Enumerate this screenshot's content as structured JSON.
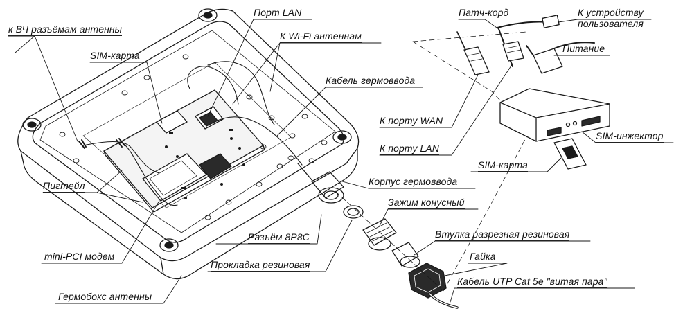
{
  "labels": {
    "hf_connectors": "к ВЧ разъёмам антенны",
    "sim_card_top": "SIM-карта",
    "port_lan": "Порт LAN",
    "to_wifi_antenna": "К Wi-Fi антеннам",
    "gland_cable": "Кабель гермоввода",
    "patch_cord": "Патч-корд",
    "to_user_device_1": "К устройству",
    "to_user_device_2": "пользователя",
    "power": "Питание",
    "to_wan_port": "К порту WAN",
    "to_lan_port": "К порту LAN",
    "sim_injector": "SIM-инжектор",
    "sim_card_right": "SIM-карта",
    "pigtail": "Пигтейл",
    "gland_body": "Корпус гермоввода",
    "cone_clamp": "Зажим конусный",
    "connector_8p8c": "Разъём 8P8C",
    "split_rubber_sleeve": "Втулка разрезная резиновая",
    "mini_pci_modem": "mini-PCI модем",
    "nut": "Гайка",
    "rubber_gasket": "Прокладка резиновая",
    "utp_cable": "Кабель UTP Cat 5e \"витая пара\"",
    "antenna_box": "Гермобокс антенны"
  },
  "colors": {
    "line": "#1a1a1a",
    "board": "#f4f4f4",
    "chip": "#2a2a2a"
  }
}
